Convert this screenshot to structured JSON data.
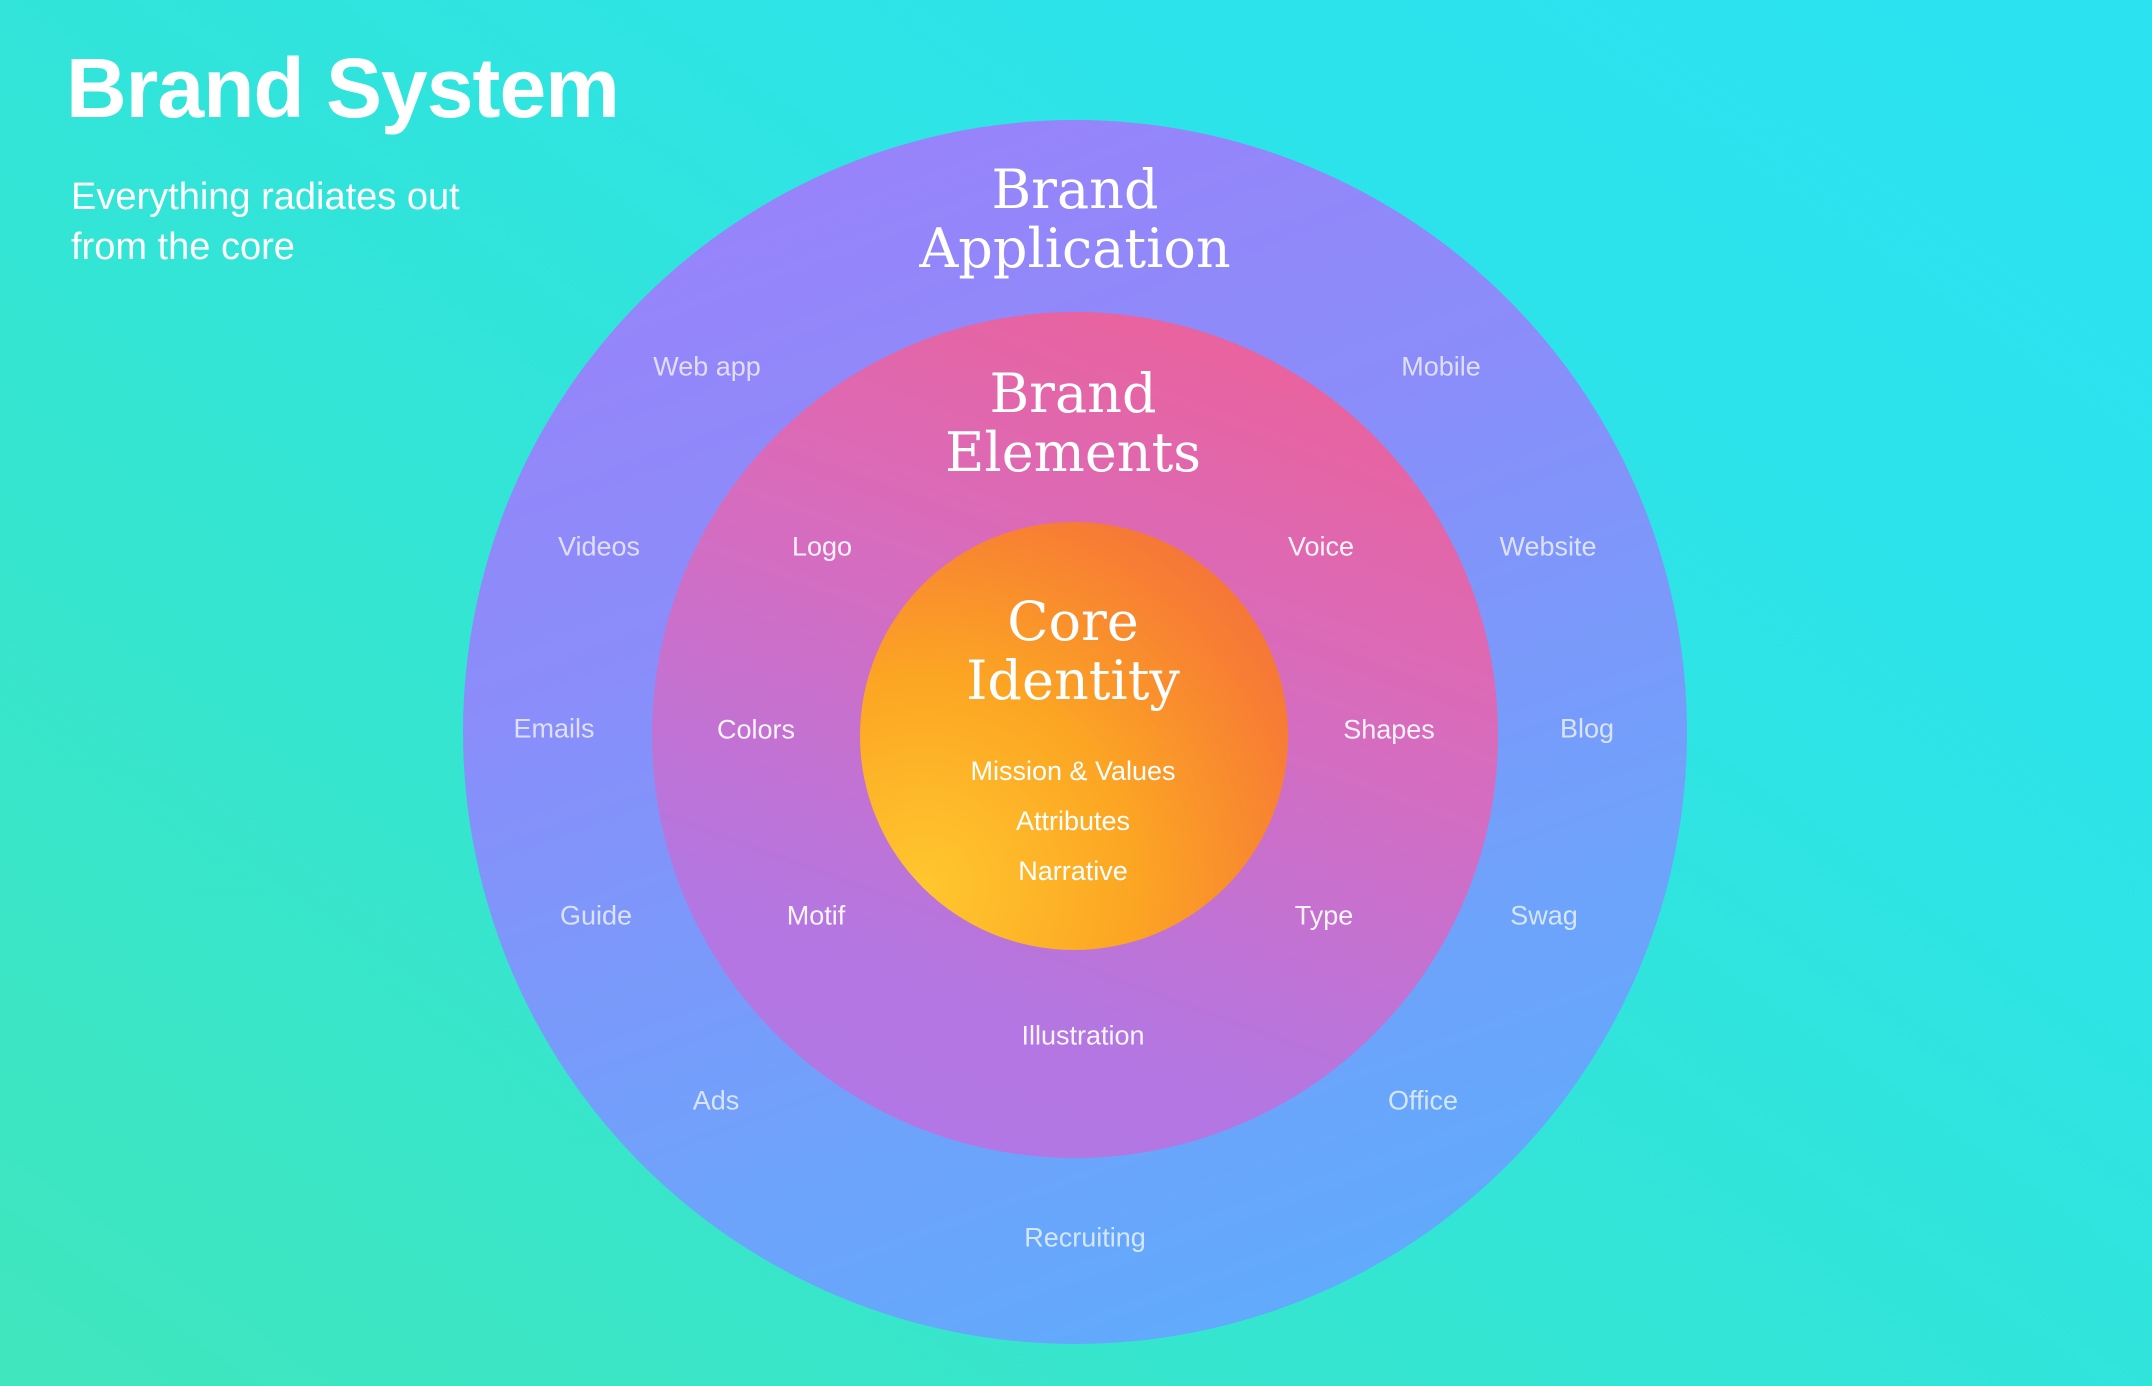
{
  "header": {
    "title": "Brand System",
    "subtitle_line1": "Everything radiates out",
    "subtitle_line2": "from the core"
  },
  "outer_ring": {
    "title_line1": "Brand",
    "title_line2": "Application",
    "color": "#8b8cfa",
    "items": [
      "Web app",
      "Mobile",
      "Videos",
      "Website",
      "Emails",
      "Blog",
      "Guide",
      "Swag",
      "Ads",
      "Office",
      "Recruiting"
    ]
  },
  "middle_ring": {
    "title_line1": "Brand",
    "title_line2": "Elements",
    "color": "#d76cbe",
    "items": [
      "Logo",
      "Voice",
      "Colors",
      "Shapes",
      "Motif",
      "Type",
      "Illustration"
    ]
  },
  "inner_core": {
    "title_line1": "Core",
    "title_line2": "Identity",
    "color": "#fca623",
    "items": [
      "Mission & Values",
      "Attributes",
      "Narrative"
    ]
  }
}
